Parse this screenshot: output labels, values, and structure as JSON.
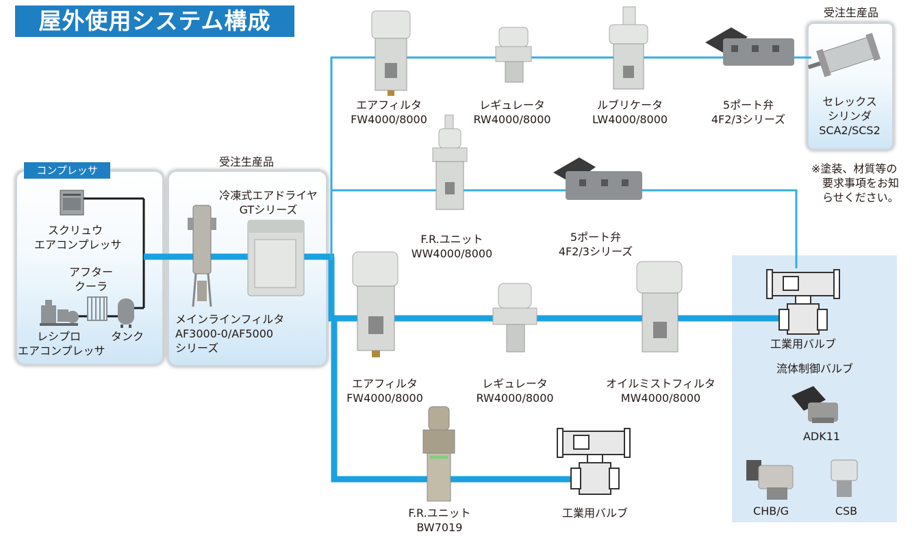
{
  "header": {
    "title": "屋外使用システム構成"
  },
  "compressor": {
    "tag": "コンプレッサ",
    "screw": [
      "スクリュウ",
      "エアコンプレッサ"
    ],
    "aftercooler": [
      "アフター",
      "クーラ"
    ],
    "reciprocating": [
      "レシプロ",
      "エアコンプレッサ"
    ],
    "tank": "タンク"
  },
  "made_to_order_1": "受注生産品",
  "dryer": {
    "name": "冷凍式エアドライヤ",
    "series": "GTシリーズ"
  },
  "mainline_filter": {
    "name": "メインラインフィルタ",
    "model": "AF3000-0/AF5000",
    "suffix": "シリーズ"
  },
  "row1": {
    "air_filter": {
      "name": "エアフィルタ",
      "model": "FW4000/8000"
    },
    "regulator": {
      "name": "レギュレータ",
      "model": "RW4000/8000"
    },
    "lubricator": {
      "name": "ルブリケータ",
      "model": "LW4000/8000"
    },
    "valve": {
      "name": "5ポート弁",
      "model": "4F2/3シリーズ"
    },
    "made_to_order": "受注生産品",
    "cylinder": {
      "name1": "セレックス",
      "name2": "シリンダ",
      "model": "SCA2/SCS2"
    },
    "note": [
      "※塗装、材質等の",
      "要求事項をお知",
      "らせください。"
    ]
  },
  "row2": {
    "fr_unit": {
      "name": "F.R.ユニット",
      "model": "WW4000/8000"
    },
    "valve": {
      "name": "5ポート弁",
      "model": "4F2/3シリーズ"
    }
  },
  "row3": {
    "air_filter": {
      "name": "エアフィルタ",
      "model": "FW4000/8000"
    },
    "regulator": {
      "name": "レギュレータ",
      "model": "RW4000/8000"
    },
    "mist_filter": {
      "name": "オイルミストフィルタ",
      "model": "MW4000/8000"
    }
  },
  "row4": {
    "fr_unit": {
      "name": "F.R.ユニット",
      "model": "BW7019"
    },
    "industrial_valve": "工業用バルブ"
  },
  "right_panel": {
    "industrial_valve": "工業用バルブ",
    "fluid_valve": "流体制御バルブ",
    "adk": "ADK11",
    "chb": "CHB/G",
    "csb": "CSB"
  },
  "colors": {
    "accent": "#1f7fc3",
    "pipe": "#1aa1e0",
    "pipe_thin": "#33aee5",
    "panel_blue": "#dae9f6"
  }
}
